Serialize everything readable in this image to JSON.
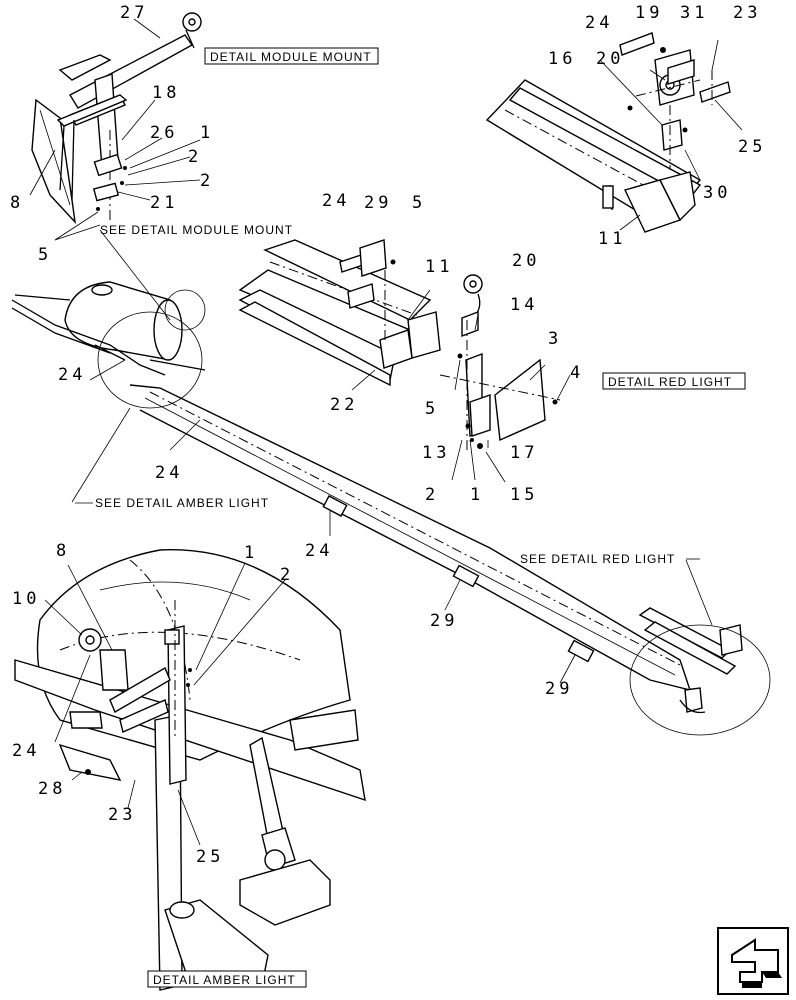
{
  "labels": {
    "detail_module_mount": "DETAIL MODULE MOUNT",
    "detail_red_light": "DETAIL RED LIGHT",
    "detail_amber_light": "DETAIL AMBER LIGHT",
    "see_module_mount": "SEE DETAIL MODULE MOUNT",
    "see_amber_light": "SEE DETAIL AMBER LIGHT",
    "see_red_light": "SEE DETAIL RED LIGHT"
  },
  "callouts": {
    "c27": "27",
    "c18": "18",
    "c26": "26",
    "c1a": "1",
    "c2a": "2",
    "c2b": "2",
    "c8a": "8",
    "c21": "21",
    "c5a": "5",
    "c24a": "24",
    "c19": "19",
    "c31": "31",
    "c23a": "23",
    "c16": "16",
    "c20a": "20",
    "c25a": "25",
    "c30": "30",
    "c11a": "11",
    "c24b": "24",
    "c29a": "29",
    "c5b": "5",
    "c11b": "11",
    "c20b": "20",
    "c14": "14",
    "c22": "22",
    "c3": "3",
    "c4": "4",
    "c5c": "5",
    "c13": "13",
    "c17": "17",
    "c2c": "2",
    "c1b": "1",
    "c15": "15",
    "c24c": "24",
    "c24d": "24",
    "c24e": "24",
    "c29b": "29",
    "c29c": "29",
    "c8b": "8",
    "c10": "10",
    "c1c": "1",
    "c2d": "2",
    "c24f": "24",
    "c28": "28",
    "c23b": "23",
    "c25b": "25"
  },
  "icons": {
    "nav": "page-turn-arrow-icon"
  }
}
